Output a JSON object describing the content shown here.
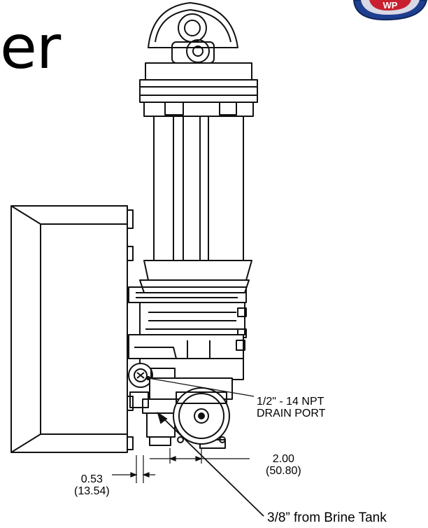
{
  "slide": {
    "title_fragment": "er",
    "logo_text": "WP"
  },
  "diagram": {
    "drain_port": {
      "line1": "1/2\" - 14 NPT",
      "line2": "DRAIN PORT"
    },
    "dim_right": {
      "value": "2.00",
      "metric": "(50.80)"
    },
    "dim_left": {
      "value": "0.53",
      "metric": "(13.54)"
    },
    "brine_callout": "3/8” from Brine Tank"
  }
}
